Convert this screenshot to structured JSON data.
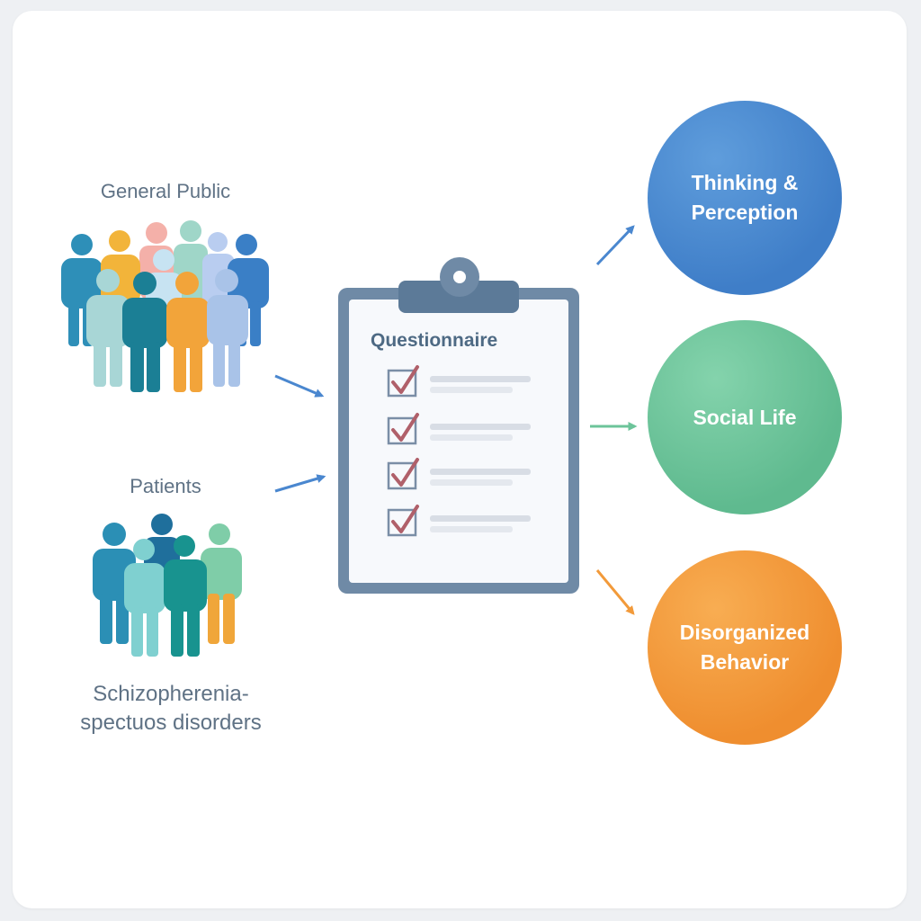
{
  "groups": {
    "general_public": {
      "label": "General Public"
    },
    "patients": {
      "label": "Patients",
      "caption_line1": "Schizopherenia-",
      "caption_line2": "spectuos disorders"
    }
  },
  "clipboard": {
    "title": "Questionnaire",
    "checked_items": 4
  },
  "outcomes": [
    {
      "line1": "Thinking &",
      "line2": "Perception",
      "color": "#4a87cf"
    },
    {
      "line1": "Social Life",
      "line2": "",
      "color": "#6cc49a"
    },
    {
      "line1": "Disorganized",
      "line2": "Behavior",
      "color": "#f29a3a"
    }
  ],
  "colors": {
    "arrow_blue": "#4a87cf",
    "arrow_green": "#6cc49a",
    "arrow_orange": "#f29a3a",
    "check_mark": "#b0606a",
    "clipboard_frame": "#6f8aa6"
  }
}
